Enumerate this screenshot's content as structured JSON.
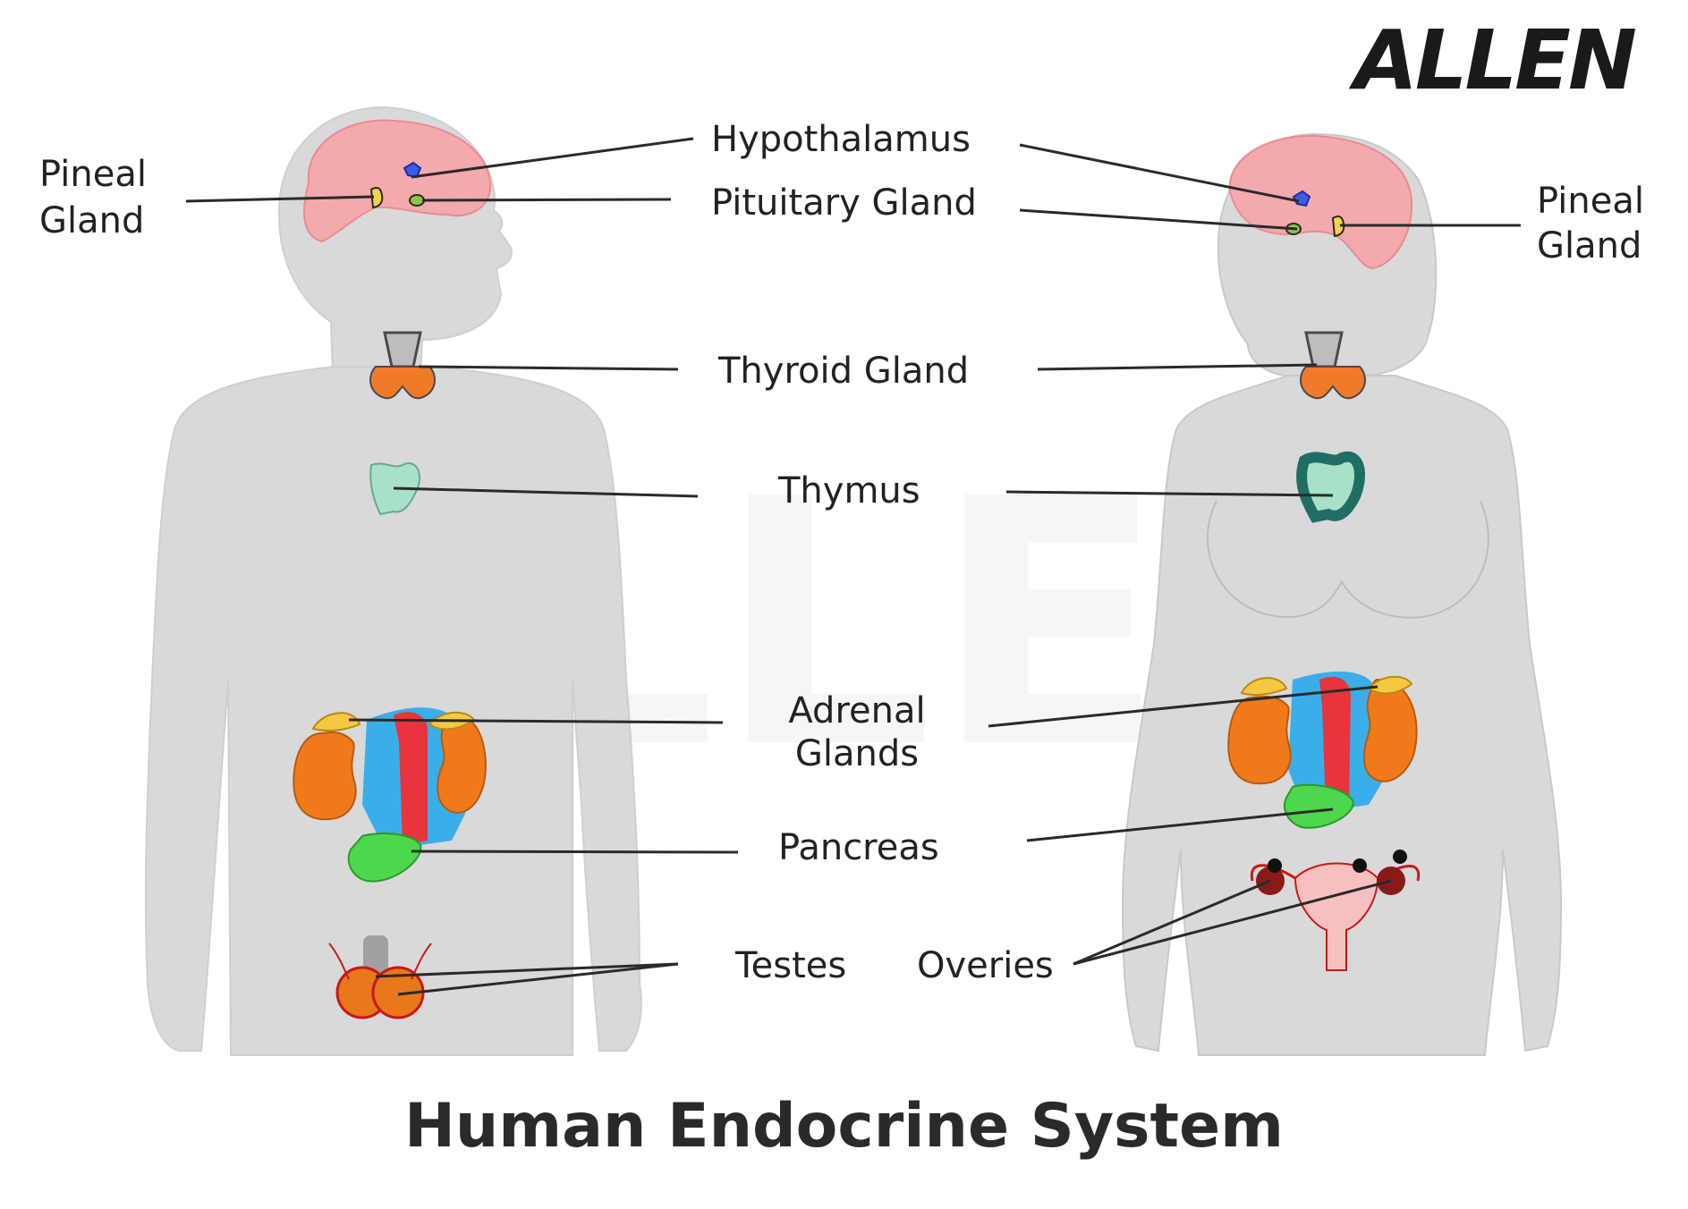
{
  "title": "Human Endocrine System",
  "brand": "ALLEN",
  "labels": {
    "pineal_left_1": "Pineal",
    "pineal_left_2": "Gland",
    "hypothalamus": "Hypothalamus",
    "pituitary": "Pituitary Gland",
    "pineal_right_1": "Pineal",
    "pineal_right_2": "Gland",
    "thyroid": "Thyroid Gland",
    "thymus": "Thymus",
    "adrenal_1": "Adrenal",
    "adrenal_2": "Glands",
    "pancreas": "Pancreas",
    "testes": "Testes",
    "ovaries": "Overies"
  },
  "colors": {
    "body": "#d9d9d9",
    "brain": "#f4a9ad",
    "thyroid": "#f07a2a",
    "kidney": "#f07a1a",
    "adrenal": "#f5c842",
    "vein": "#3aaee8",
    "artery": "#e8343c",
    "pancreas": "#4cd84c",
    "thymus_male": "#a8e0c8",
    "thymus_female": "#1f6e63",
    "hypothalamus": "#3a5de8",
    "leader_line": "#2a2a2a"
  }
}
